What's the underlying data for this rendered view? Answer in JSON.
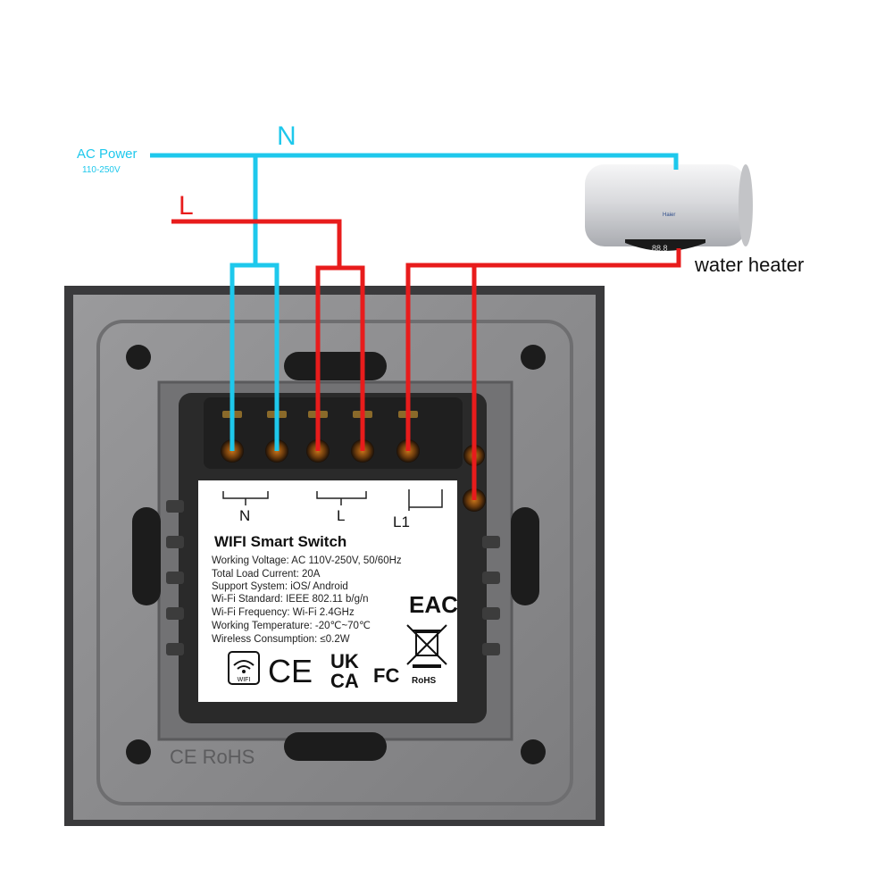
{
  "power": {
    "label": "AC Power",
    "voltage": "110-250V",
    "neutral_letter": "N",
    "live_letter": "L"
  },
  "heater": {
    "label": "water heater",
    "brand": "Haier",
    "display": "88.8"
  },
  "terminals": {
    "neutral": "N",
    "live": "L",
    "load": "L1"
  },
  "spec": {
    "title": "WIFI Smart Switch",
    "lines": [
      "Working Voltage: AC 110V-250V, 50/60Hz",
      "Total Load Current: 20A",
      "Support System: iOS/ Android",
      "Wi-Fi Standard: IEEE 802.11 b/g/n",
      "Wi-Fi Frequency: Wi-Fi 2.4GHz",
      "Working Temperature: -20℃~70℃",
      "Wireless Consumption: ≤0.2W"
    ],
    "wifi_badge": "WIFI",
    "ce_mark": "CE",
    "ukca_top": "UK",
    "ukca_bottom": "CA",
    "fc_mark": "FC",
    "eac_mark": "EAC",
    "rohs_mark": "RoHS"
  },
  "plate": {
    "embossed_text": "CE RoHS"
  },
  "colors": {
    "neutral_wire": "#1ec8ec",
    "live_wire": "#e81c1c",
    "plate_frame": "#3a3a3c",
    "plate_face": "#8c8c8e",
    "module_body": "#2a2a2a"
  }
}
